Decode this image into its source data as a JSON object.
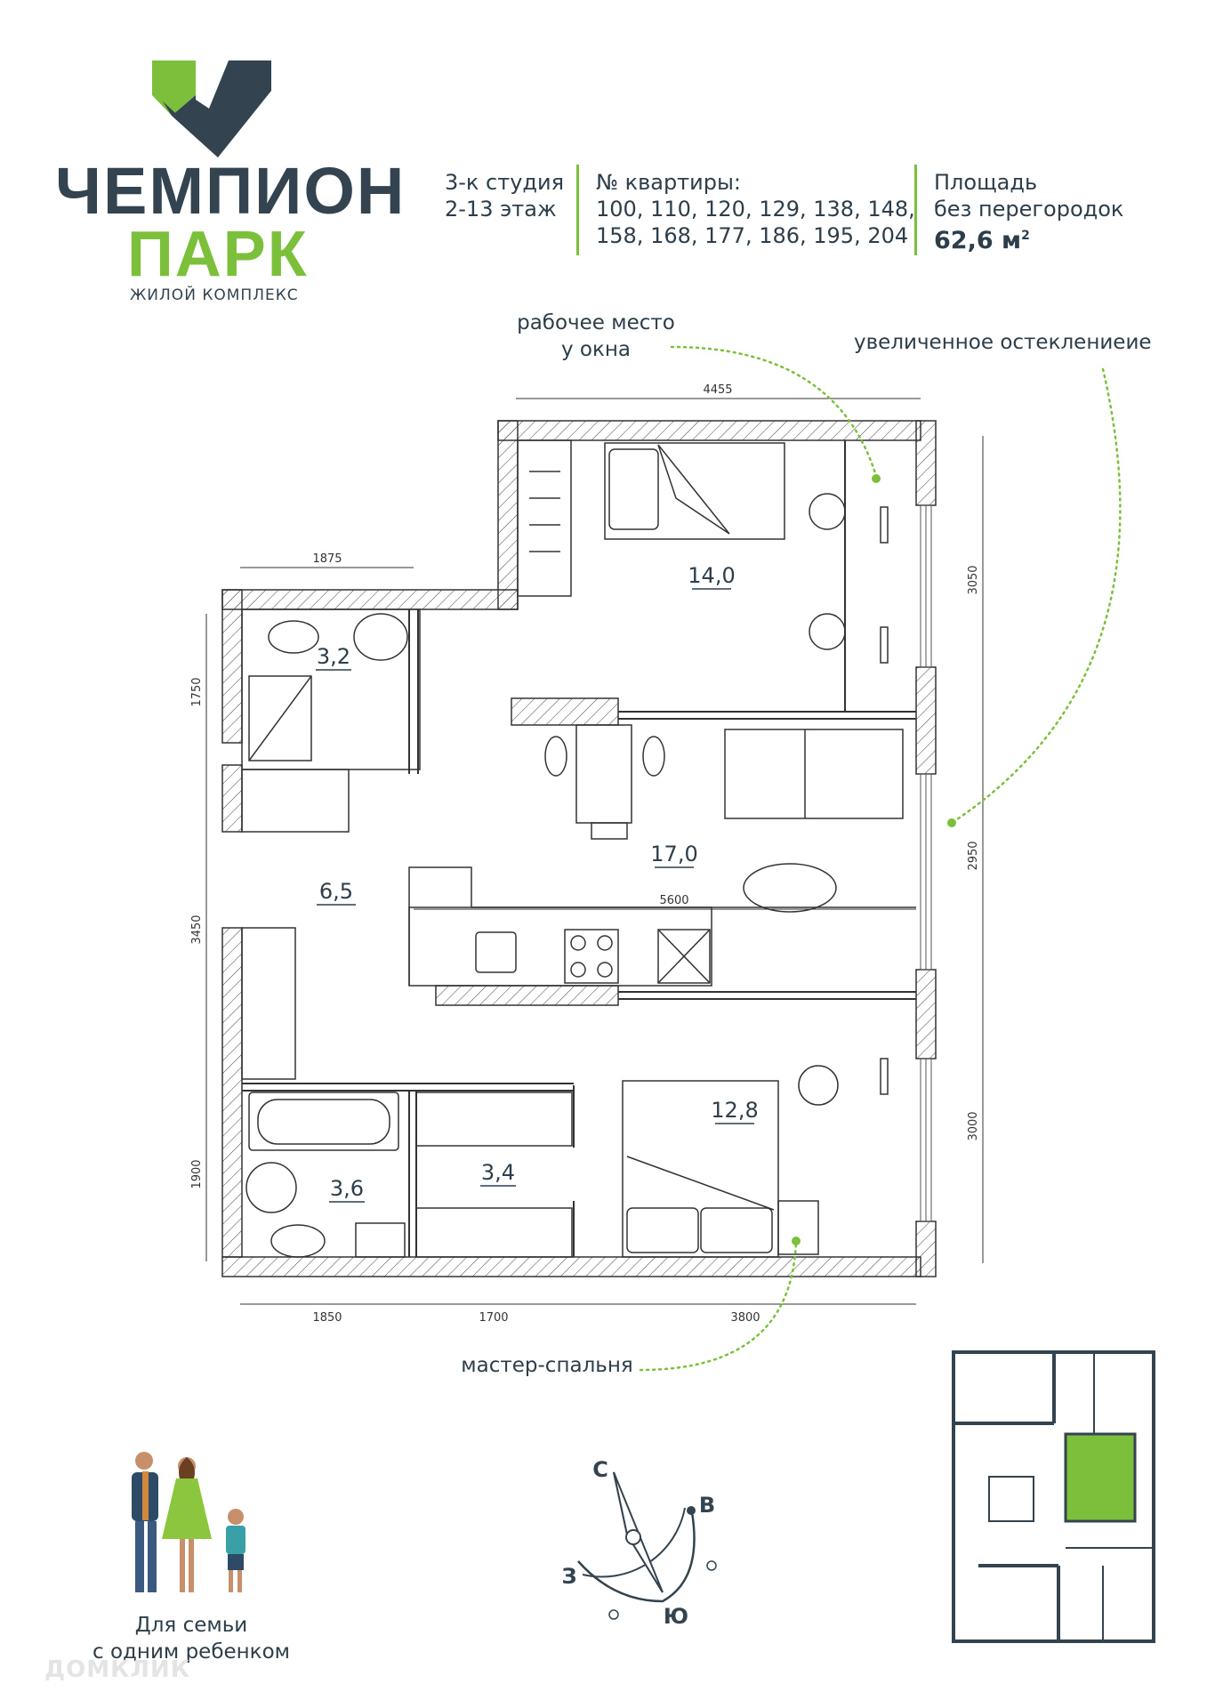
{
  "brand": {
    "name_line1": "ЧЕМПИОН",
    "name_line2": "ПАРК",
    "subtitle": "ЖИЛОЙ КОМПЛЕКС"
  },
  "info": {
    "type": "3-к студия",
    "floors": "2-13 этаж",
    "apartments_label": "№ квартиры:",
    "apartments_line1": "100, 110, 120, 129, 138, 148,",
    "apartments_line2": "158, 168, 177, 186, 195, 204",
    "area_label_1": "Площадь",
    "area_label_2": "без перегородок",
    "area_value": "62,6 м",
    "area_sup": "2"
  },
  "callouts": {
    "workplace_1": "рабочее место",
    "workplace_2": "у окна",
    "glazing": "увеличенное остеклениеие",
    "master": "мастер-спальня"
  },
  "rooms": {
    "bedroom1": "14,0",
    "living": "17,0",
    "hall": "6,5",
    "wc1": "3,2",
    "bath": "3,6",
    "wardrobe": "3,4",
    "master": "12,8"
  },
  "dimensions": {
    "top": "4455",
    "wc_top": "1875",
    "right1": "3050",
    "right2": "2950",
    "right3": "3000",
    "left1": "1750",
    "left2": "3450",
    "left3": "1900",
    "bottom1": "1850",
    "bottom2": "1700",
    "bottom3": "3800",
    "inner": "5600"
  },
  "compass": {
    "north": "С",
    "east": "В",
    "south": "Ю",
    "west": "З"
  },
  "family": {
    "line1": "Для семьи",
    "line2": "с одним ребенком"
  },
  "watermark": "ДОМКЛИК",
  "colors": {
    "accent": "#7bbf3a",
    "dark": "#33434f"
  }
}
